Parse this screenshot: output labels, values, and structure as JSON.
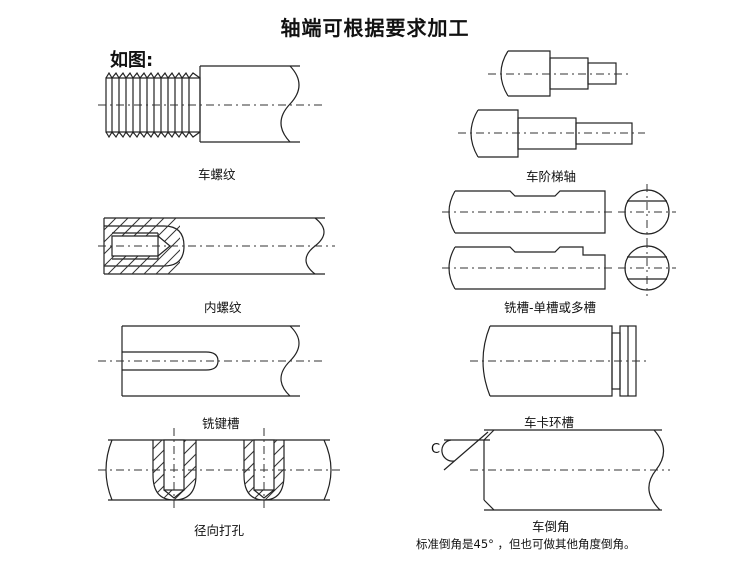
{
  "title": "轴端可根据要求加工",
  "subtitle": "如图:",
  "captions": {
    "thread": "车螺纹",
    "internal_thread": "内螺纹",
    "keyway": "铣键槽",
    "radial_hole": "径向打孔",
    "stepped_shaft": "车阶梯轴",
    "milled_slot": "铣槽-单槽或多槽",
    "ring_groove": "车卡环槽",
    "chamfer": "车倒角"
  },
  "chamfer_note": "标准倒角是45° ，但也可做其他角度倒角。",
  "chamfer_label": "C"
}
